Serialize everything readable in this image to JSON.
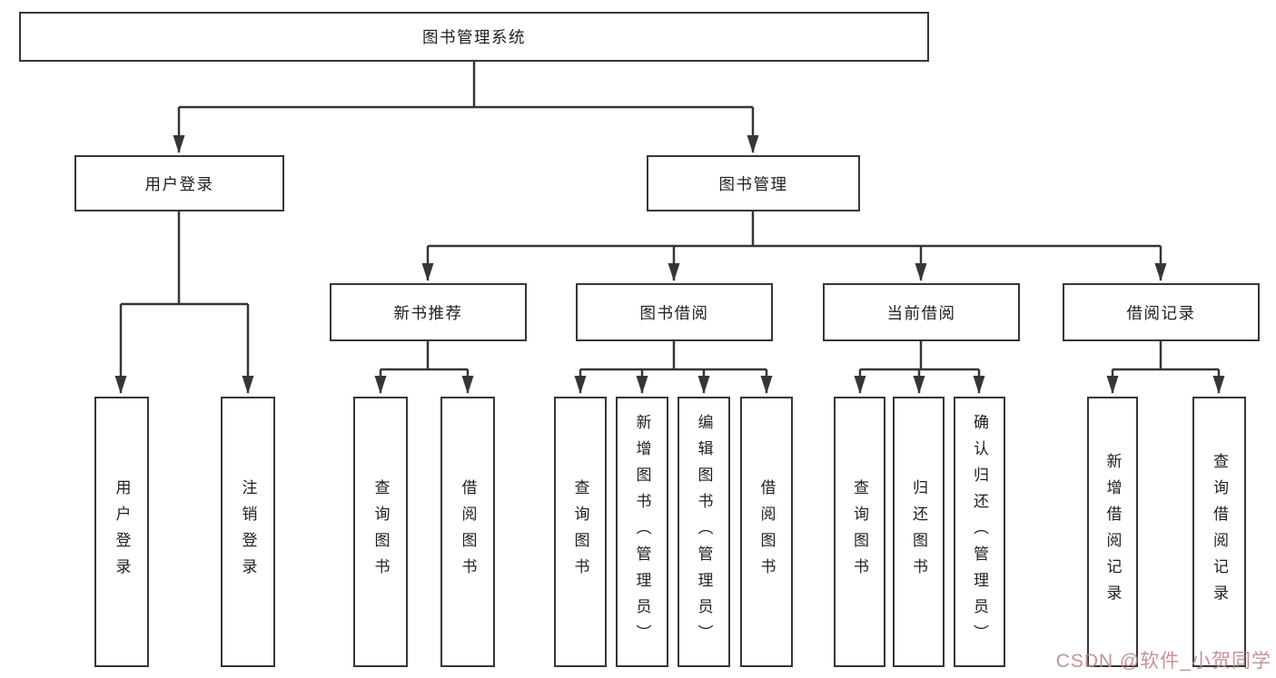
{
  "tree": {
    "label": "图书管理系统",
    "children": [
      {
        "label": "用户登录",
        "children": [
          {
            "label": "用户登录"
          },
          {
            "label": "注销登录"
          }
        ]
      },
      {
        "label": "图书管理",
        "children": [
          {
            "label": "新书推荐",
            "children": [
              {
                "label": "查询图书"
              },
              {
                "label": "借阅图书"
              }
            ]
          },
          {
            "label": "图书借阅",
            "children": [
              {
                "label": "查询图书"
              },
              {
                "label": "新增图书（管理员）"
              },
              {
                "label": "编辑图书（管理员）"
              },
              {
                "label": "借阅图书"
              }
            ]
          },
          {
            "label": "当前借阅",
            "children": [
              {
                "label": "查询图书"
              },
              {
                "label": "归还图书"
              },
              {
                "label": "确认归还（管理员）"
              }
            ]
          },
          {
            "label": "借阅记录",
            "children": [
              {
                "label": "新增借阅记录"
              },
              {
                "label": "查询借阅记录"
              }
            ]
          }
        ]
      }
    ]
  },
  "watermark": {
    "text": "CSDN @软件_小贺同学"
  },
  "colors": {
    "line": "#363636",
    "box_border": "#363636",
    "text": "#1f1f1f",
    "watermark": "#c08a8c",
    "background": "#ffffff"
  }
}
